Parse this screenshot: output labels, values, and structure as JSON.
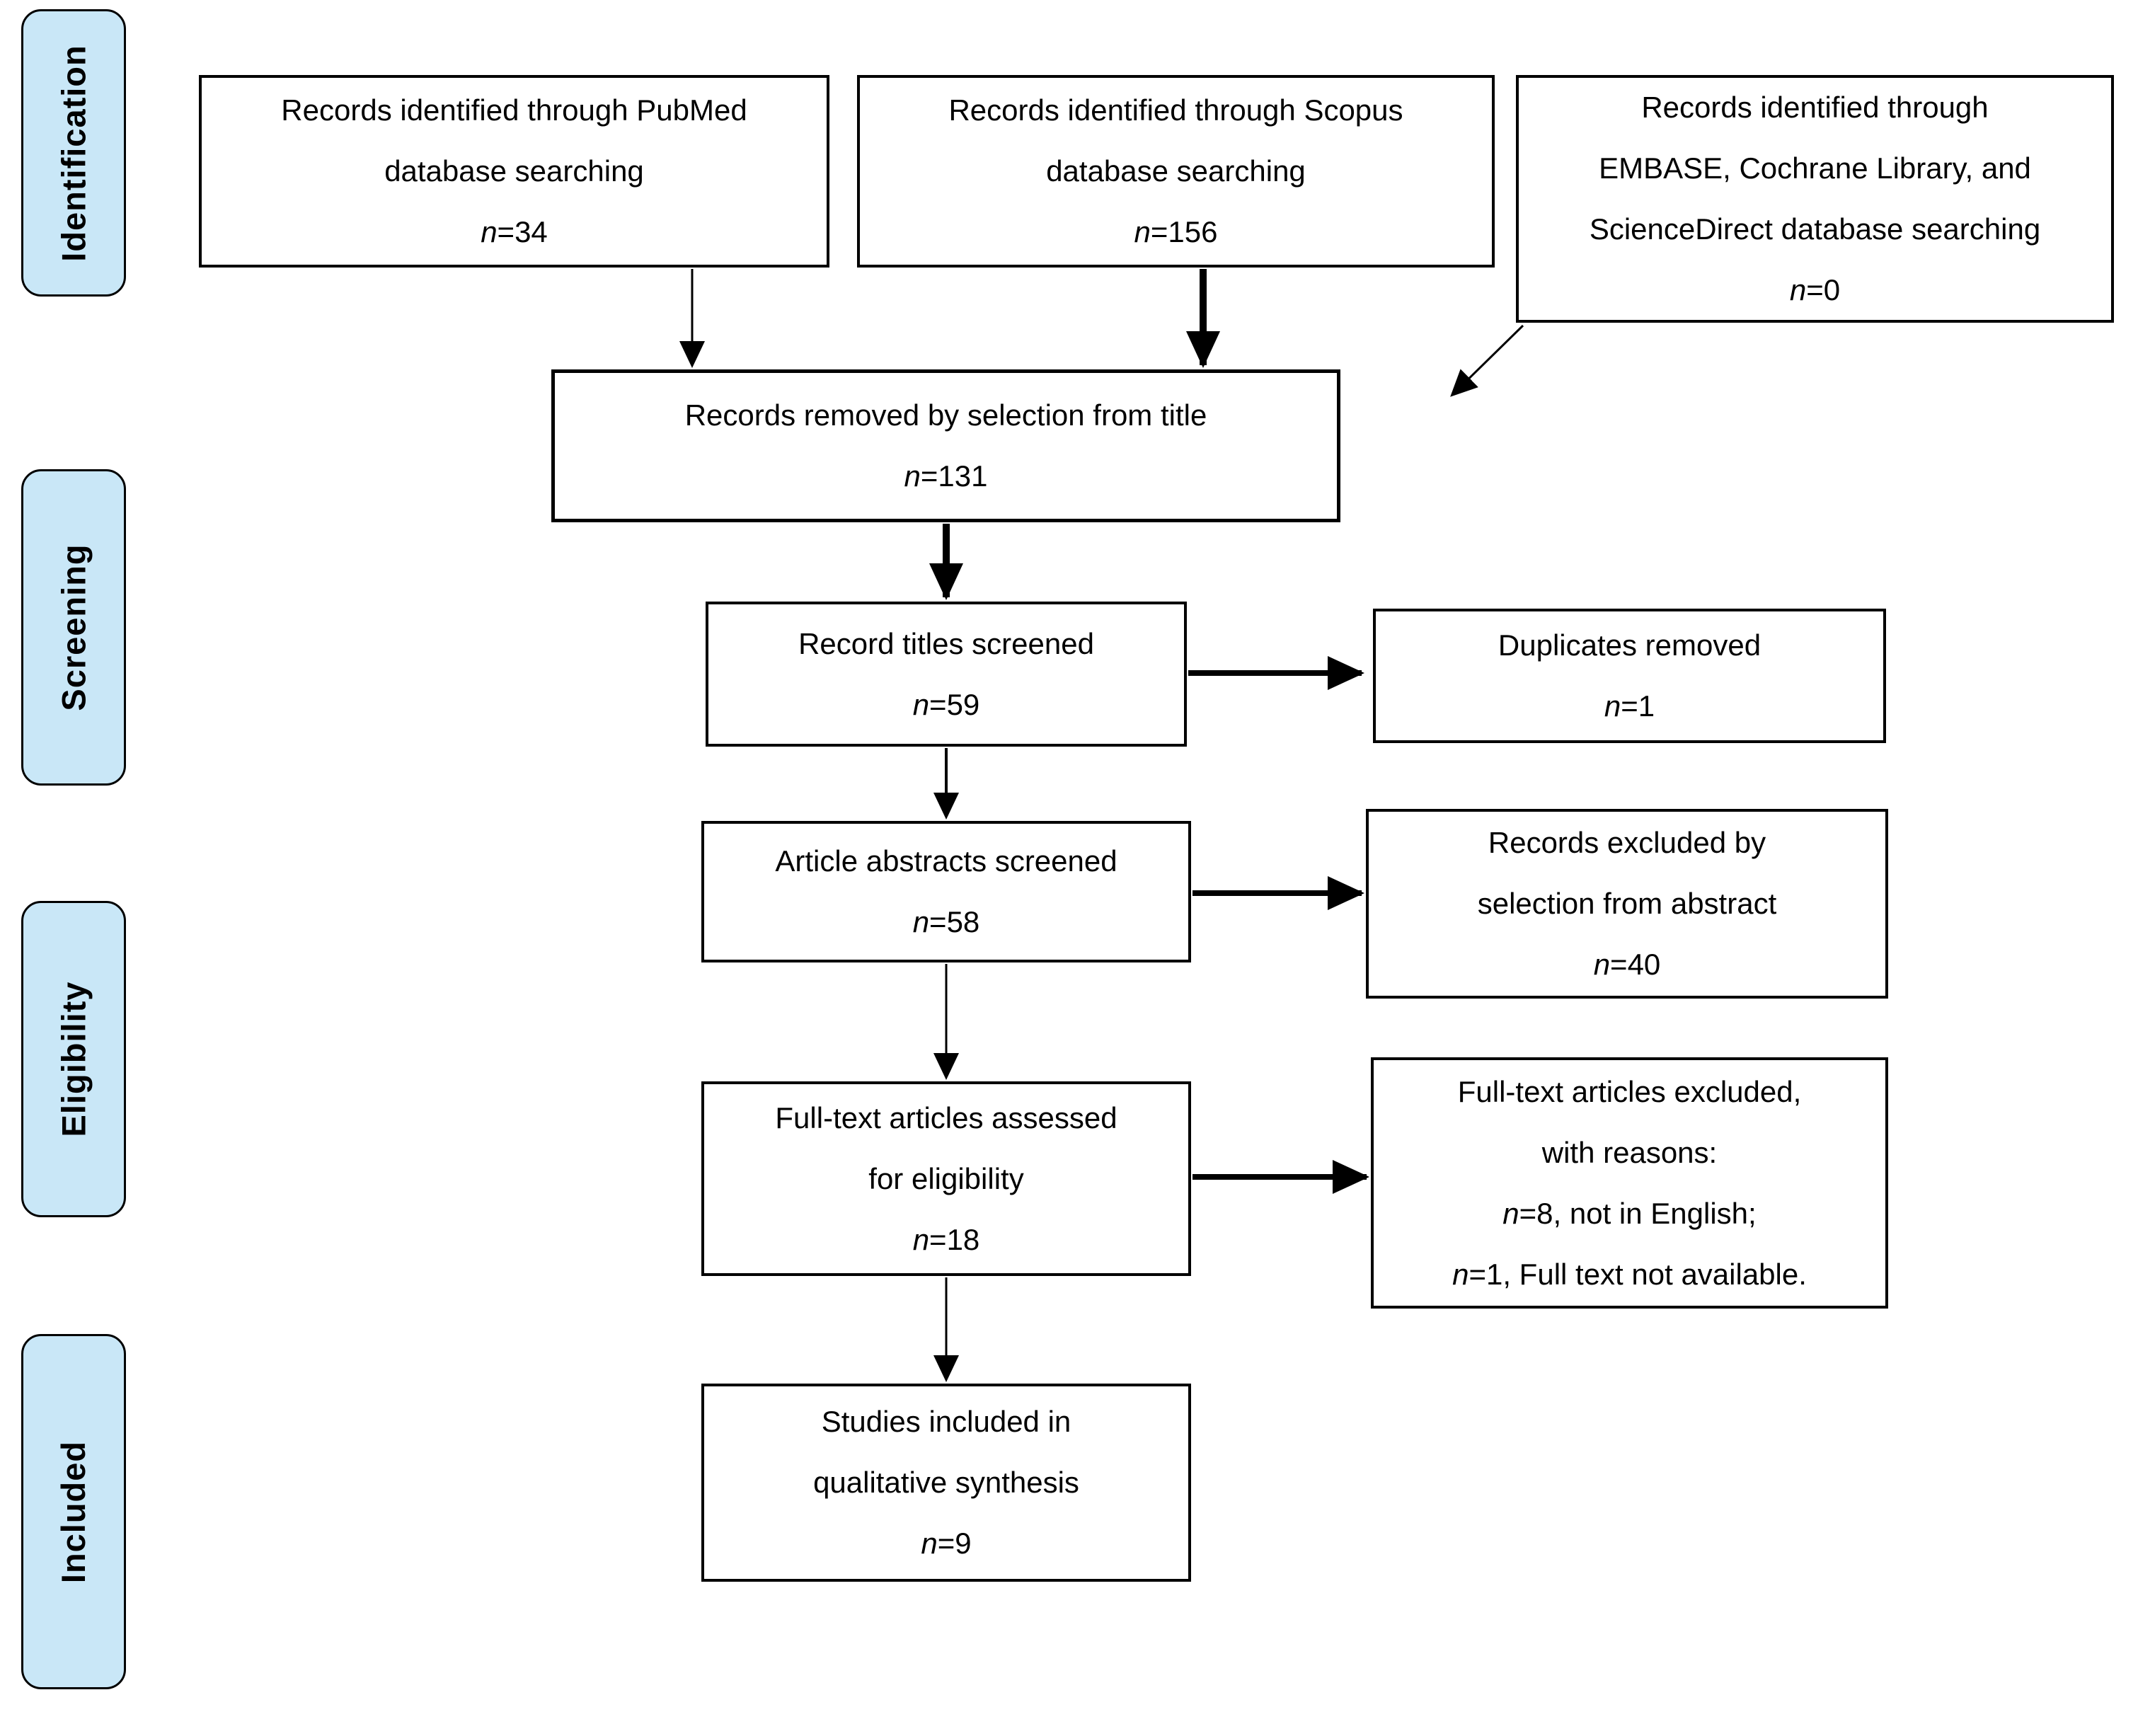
{
  "figure": {
    "title": "PRISMA flow diagram",
    "type": "flowchart"
  },
  "colors": {
    "stage_fill": "#C9E7F7",
    "line_color": "#000000",
    "background": "#FFFFFF"
  },
  "stages": [
    {
      "label": "Identification"
    },
    {
      "label": "Screening"
    },
    {
      "label": "Eligibility"
    },
    {
      "label": "Included"
    }
  ],
  "boxes": {
    "pubmed": {
      "lines": [
        {
          "t": "Records identified through PubMed"
        },
        {
          "t": "database searching"
        },
        {
          "i": "n",
          "t": "=34"
        }
      ]
    },
    "scopus": {
      "lines": [
        {
          "t": "Records identified through Scopus"
        },
        {
          "t": "database searching"
        },
        {
          "i": "n",
          "t": "=156"
        }
      ]
    },
    "embase": {
      "lines": [
        {
          "t": "Records identified through"
        },
        {
          "t": "EMBASE, Cochrane Library, and"
        },
        {
          "t": "ScienceDirect database searching"
        },
        {
          "i": "n",
          "t": "=0"
        }
      ]
    },
    "removed": {
      "lines": [
        {
          "t": "Records removed by selection from title"
        },
        {
          "i": "n",
          "t": "=131"
        }
      ]
    },
    "titles": {
      "lines": [
        {
          "t": "Record titles screened"
        },
        {
          "i": "n",
          "t": "=59"
        }
      ]
    },
    "duplicates": {
      "lines": [
        {
          "t": "Duplicates removed"
        },
        {
          "i": "n",
          "t": "=1"
        }
      ]
    },
    "abstracts": {
      "lines": [
        {
          "t": "Article abstracts screened"
        },
        {
          "i": "n",
          "t": "=58"
        }
      ]
    },
    "excluded_abstract": {
      "lines": [
        {
          "t": "Records excluded by"
        },
        {
          "t": "selection from abstract"
        },
        {
          "i": "n",
          "t": "=40"
        }
      ]
    },
    "fulltext": {
      "lines": [
        {
          "t": "Full-text articles assessed"
        },
        {
          "t": "for eligibility"
        },
        {
          "i": "n",
          "t": "=18"
        }
      ]
    },
    "excluded_fulltext": {
      "lines": [
        {
          "t": "Full-text articles excluded,"
        },
        {
          "t": "with reasons:"
        },
        {
          "i": "n",
          "t": "=8, not in English;"
        },
        {
          "i": "n",
          "t": "=1, Full text not available."
        }
      ]
    },
    "included": {
      "lines": [
        {
          "t": "Studies included in"
        },
        {
          "t": "qualitative synthesis"
        },
        {
          "i": "n",
          "t": "=9"
        }
      ]
    }
  }
}
